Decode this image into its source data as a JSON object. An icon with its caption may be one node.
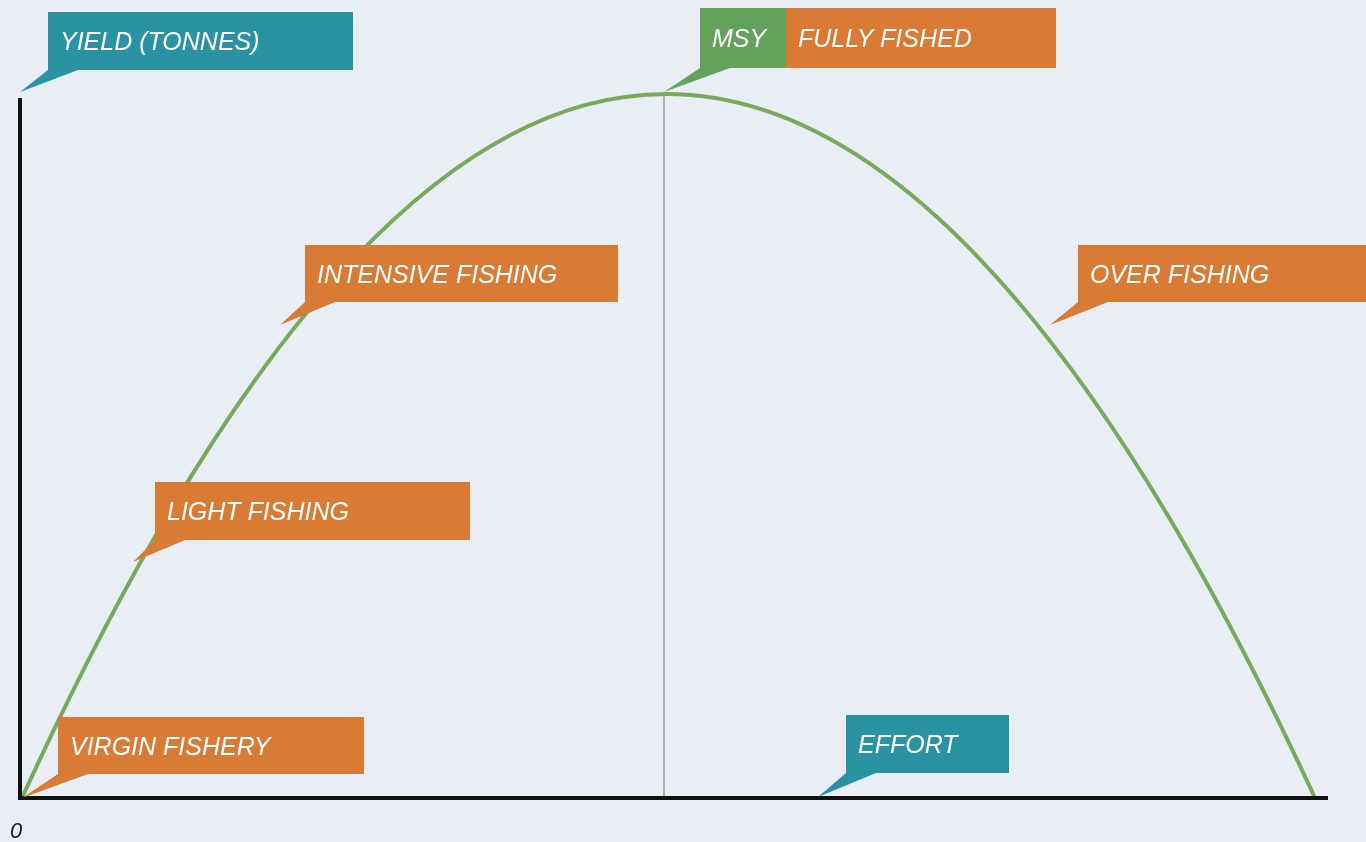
{
  "diagram": {
    "nodes": [
      {
        "text": [
          "YIELD (TONNES)"
        ]
      },
      {
        "text": [
          "MSY"
        ]
      },
      {
        "text": [
          "FULLY FISHED"
        ]
      },
      {
        "text": [
          "INTENSIVE FISHING"
        ]
      },
      {
        "text": [
          "OVER FISHING"
        ]
      },
      {
        "text": [
          "LIGHT FISHING"
        ]
      },
      {
        "text": [
          "VIRGIN FISHERY"
        ]
      },
      {
        "text": [
          "EFFORT"
        ]
      }
    ],
    "labels": [
      "0"
    ]
  }
}
